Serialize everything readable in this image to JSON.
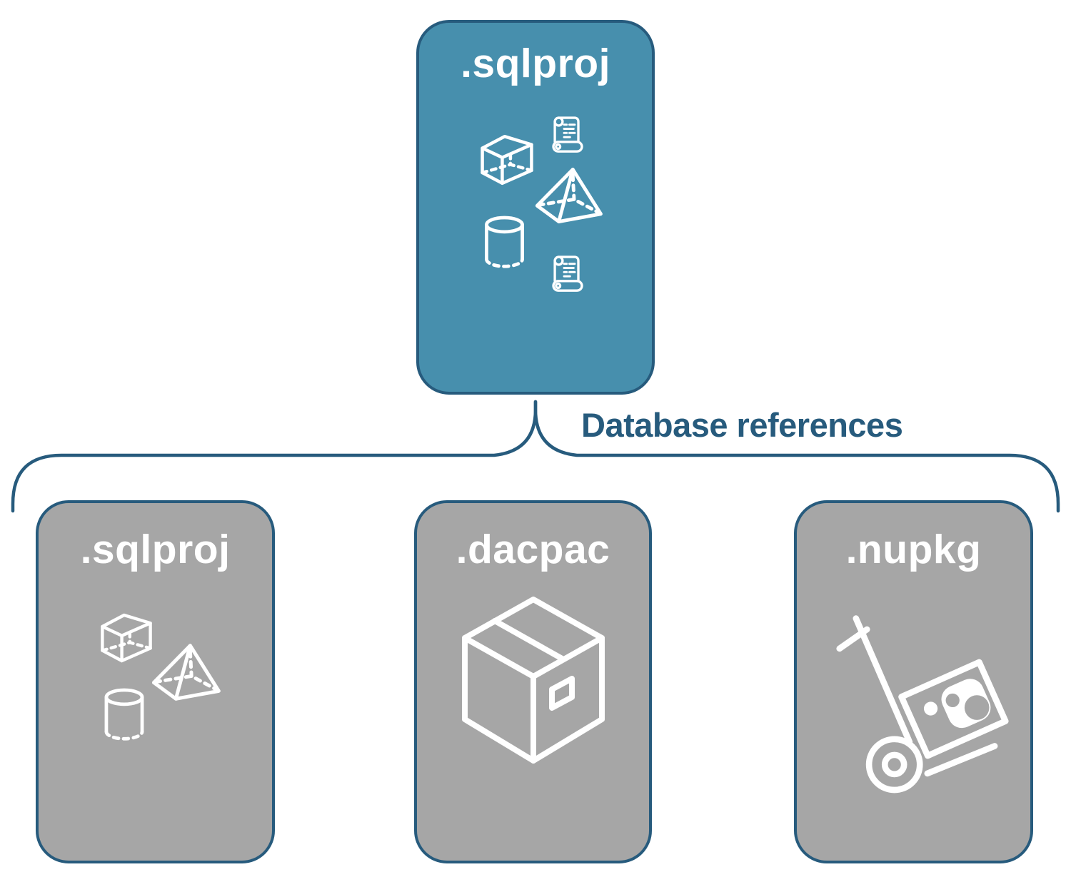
{
  "diagram": {
    "root": {
      "label": ".sqlproj",
      "icons": [
        "cube-icon",
        "script-scroll-icon",
        "pyramid-icon",
        "cylinder-icon",
        "script-scroll-icon"
      ]
    },
    "connector": {
      "label": "Database references"
    },
    "children": [
      {
        "label": ".sqlproj",
        "icons": [
          "cube-icon",
          "pyramid-icon",
          "cylinder-icon"
        ]
      },
      {
        "label": ".dacpac",
        "icons": [
          "package-box-icon"
        ]
      },
      {
        "label": ".nupkg",
        "icons": [
          "nuget-hand-truck-icon"
        ]
      }
    ]
  },
  "colors": {
    "teal": "#478fad",
    "gray": "#a6a6a6",
    "line": "#275b7d",
    "icon": "#ffffff",
    "bg": "#ffffff"
  }
}
